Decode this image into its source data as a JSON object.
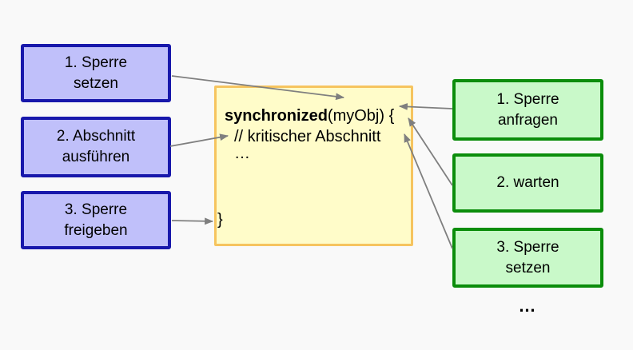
{
  "diagram": {
    "description_colors": {
      "background": "#f9f9f9",
      "left_box_fill": "#c0c0fa",
      "left_box_border": "#1818ab",
      "code_box_fill": "#fffcc9",
      "code_box_border": "#f6c45f",
      "right_box_fill": "#c9f9c9",
      "right_box_border": "#0b8d0b",
      "arrow": "#7f7f7f",
      "text": "#000000"
    },
    "left_steps": {
      "items": [
        {
          "line1": "1. Sperre",
          "line2": "setzen"
        },
        {
          "line1": "2. Abschnitt",
          "line2": "ausführen"
        },
        {
          "line1": "3. Sperre",
          "line2": "freigeben"
        }
      ]
    },
    "code": {
      "keyword": "synchronized",
      "line1_rest": "(myObj) {",
      "line2": "// kritischer Abschnitt",
      "line3": "…",
      "line4": "}"
    },
    "right_steps": {
      "items": [
        {
          "line1": "1. Sperre",
          "line2": "anfragen"
        },
        {
          "line1": "2. warten",
          "line2": ""
        },
        {
          "line1": "3. Sperre",
          "line2": "setzen"
        }
      ],
      "ellipsis": "…"
    }
  }
}
